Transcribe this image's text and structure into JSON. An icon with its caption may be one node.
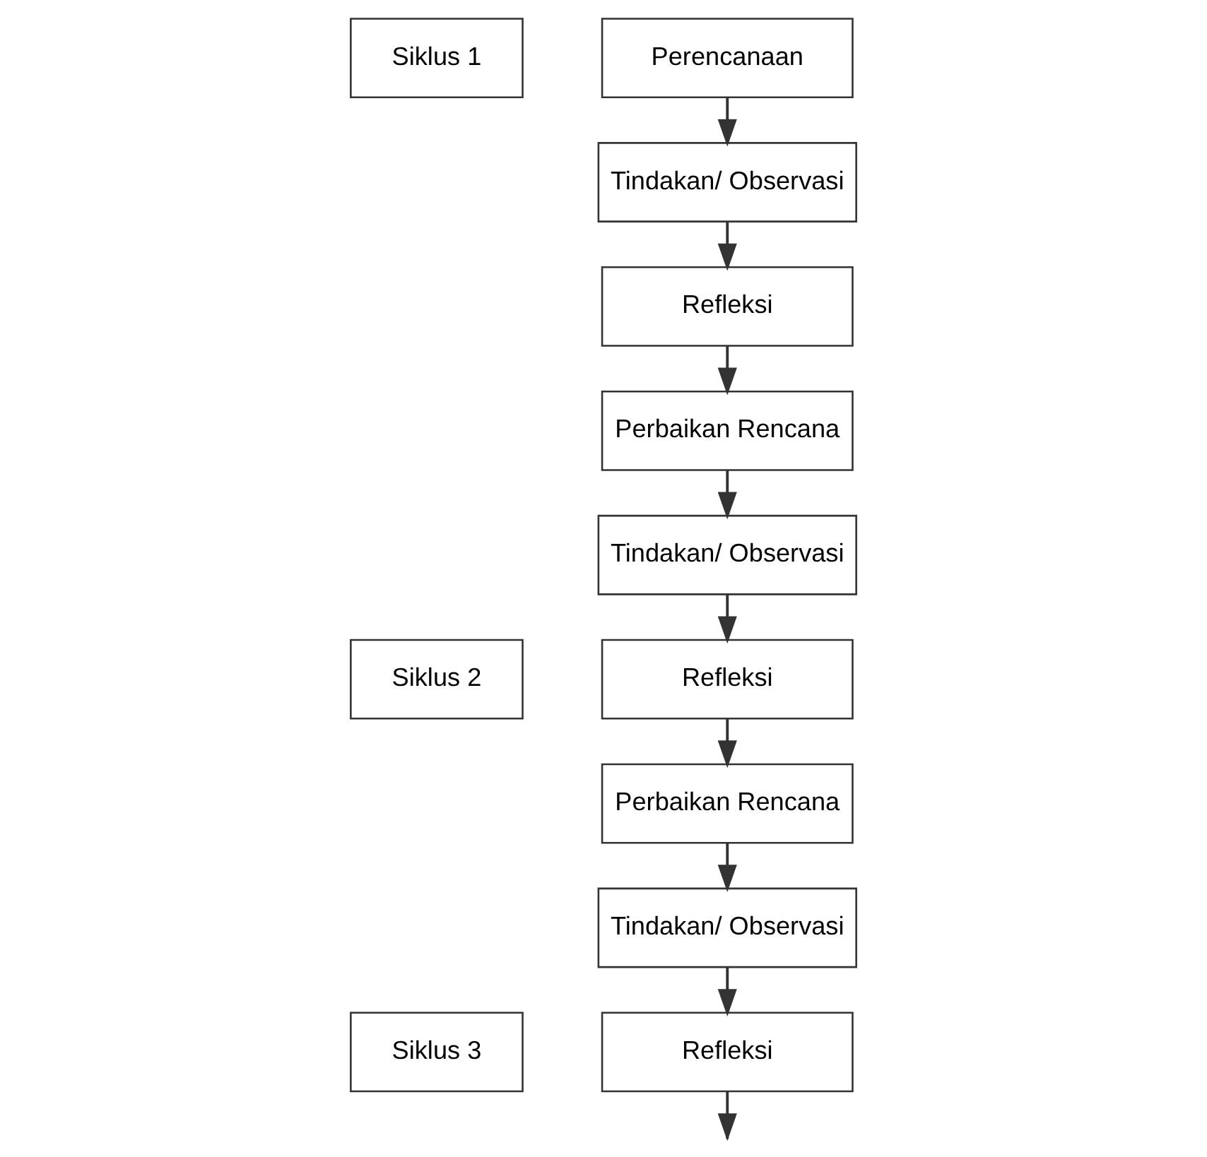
{
  "diagram": {
    "nodes": [
      {
        "text": [
          "Siklus 1"
        ]
      },
      {
        "text": [
          "Perencanaan"
        ]
      },
      {
        "text": [
          "Refleksi"
        ]
      },
      {
        "text": [
          "Tindakan/ Observasi"
        ]
      },
      {
        "text": [
          "Perbaikan Rencana"
        ]
      },
      {
        "text": [
          "Siklus 2"
        ]
      },
      {
        "text": [
          "Refleksi"
        ]
      },
      {
        "text": [
          "Tindakan/ Observasi"
        ]
      },
      {
        "text": [
          "Perbaikan Rencana"
        ]
      },
      {
        "text": [
          "Siklus 3"
        ]
      },
      {
        "text": [
          "Refleksi"
        ]
      },
      {
        "text": [
          "Tindakan/ Observasi"
        ]
      }
    ],
    "edges": [
      {
        "from": 1,
        "to": 3,
        "arrow": "to"
      },
      {
        "from": 3,
        "to": 2,
        "arrow": "to"
      },
      {
        "from": 2,
        "to": 4,
        "arrow": "to"
      },
      {
        "from": 4,
        "to": 7,
        "arrow": "to"
      },
      {
        "from": 7,
        "to": 6,
        "arrow": "to"
      },
      {
        "from": 6,
        "to": 8,
        "arrow": "to"
      },
      {
        "from": 8,
        "to": 11,
        "arrow": "to"
      },
      {
        "from": 11,
        "to": 10,
        "arrow": "to"
      },
      {
        "from": 10,
        "to": null,
        "arrow": "to"
      }
    ]
  }
}
